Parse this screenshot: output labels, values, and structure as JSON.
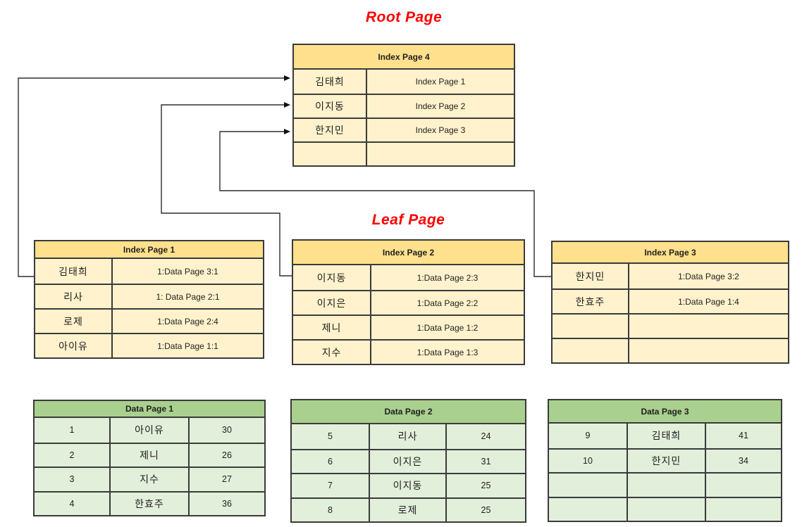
{
  "titles": {
    "root": "Root Page",
    "leaf": "Leaf Page"
  },
  "colors": {
    "title_red": "#ff0000",
    "index_header": "#ffe08c",
    "index_body": "#fff2cc",
    "data_header": "#a9d08e",
    "data_body": "#e2efda",
    "border": "#3a3a3a",
    "connector": "#2e2e2e"
  },
  "pages": {
    "index4": {
      "title": "Index Page 4",
      "rows": [
        {
          "key": "김태희",
          "value": "Index Page 1"
        },
        {
          "key": "이지동",
          "value": "Index Page 2"
        },
        {
          "key": "한지민",
          "value": "Index Page 3"
        },
        {
          "key": "",
          "value": ""
        }
      ]
    },
    "index1": {
      "title": "Index Page 1",
      "rows": [
        {
          "key": "김태희",
          "value": "1:Data Page 3:1"
        },
        {
          "key": "리사",
          "value": "1: Data Page 2:1"
        },
        {
          "key": "로제",
          "value": "1:Data Page 2:4"
        },
        {
          "key": "아이유",
          "value": "1:Data Page 1:1"
        }
      ]
    },
    "index2": {
      "title": "Index Page 2",
      "rows": [
        {
          "key": "이지동",
          "value": "1:Data Page 2:3"
        },
        {
          "key": "이지은",
          "value": "1:Data Page 2:2"
        },
        {
          "key": "제니",
          "value": "1:Data Page 1:2"
        },
        {
          "key": "지수",
          "value": "1:Data Page 1:3"
        }
      ]
    },
    "index3": {
      "title": "Index Page 3",
      "rows": [
        {
          "key": "한지민",
          "value": "1:Data Page 3:2"
        },
        {
          "key": "한효주",
          "value": "1:Data Page 1:4"
        },
        {
          "key": "",
          "value": ""
        },
        {
          "key": "",
          "value": ""
        }
      ]
    },
    "data1": {
      "title": "Data Page 1",
      "rows": [
        {
          "id": "1",
          "name": "아이유",
          "age": "30"
        },
        {
          "id": "2",
          "name": "제니",
          "age": "26"
        },
        {
          "id": "3",
          "name": "지수",
          "age": "27"
        },
        {
          "id": "4",
          "name": "한효주",
          "age": "36"
        }
      ]
    },
    "data2": {
      "title": "Data Page 2",
      "rows": [
        {
          "id": "5",
          "name": "리사",
          "age": "24"
        },
        {
          "id": "6",
          "name": "이지은",
          "age": "31"
        },
        {
          "id": "7",
          "name": "이지동",
          "age": "25"
        },
        {
          "id": "8",
          "name": "로제",
          "age": "25"
        }
      ]
    },
    "data3": {
      "title": "Data Page 3",
      "rows": [
        {
          "id": "9",
          "name": "김태희",
          "age": "41"
        },
        {
          "id": "10",
          "name": "한지민",
          "age": "34"
        },
        {
          "id": "",
          "name": "",
          "age": ""
        },
        {
          "id": "",
          "name": "",
          "age": ""
        }
      ]
    }
  },
  "connectors": [
    {
      "from": "Index Page 1",
      "to": "Index Page 4 · 김태희"
    },
    {
      "from": "Index Page 2",
      "to": "Index Page 4 · 이지동"
    },
    {
      "from": "Index Page 3",
      "to": "Index Page 4 · 한지민"
    }
  ]
}
